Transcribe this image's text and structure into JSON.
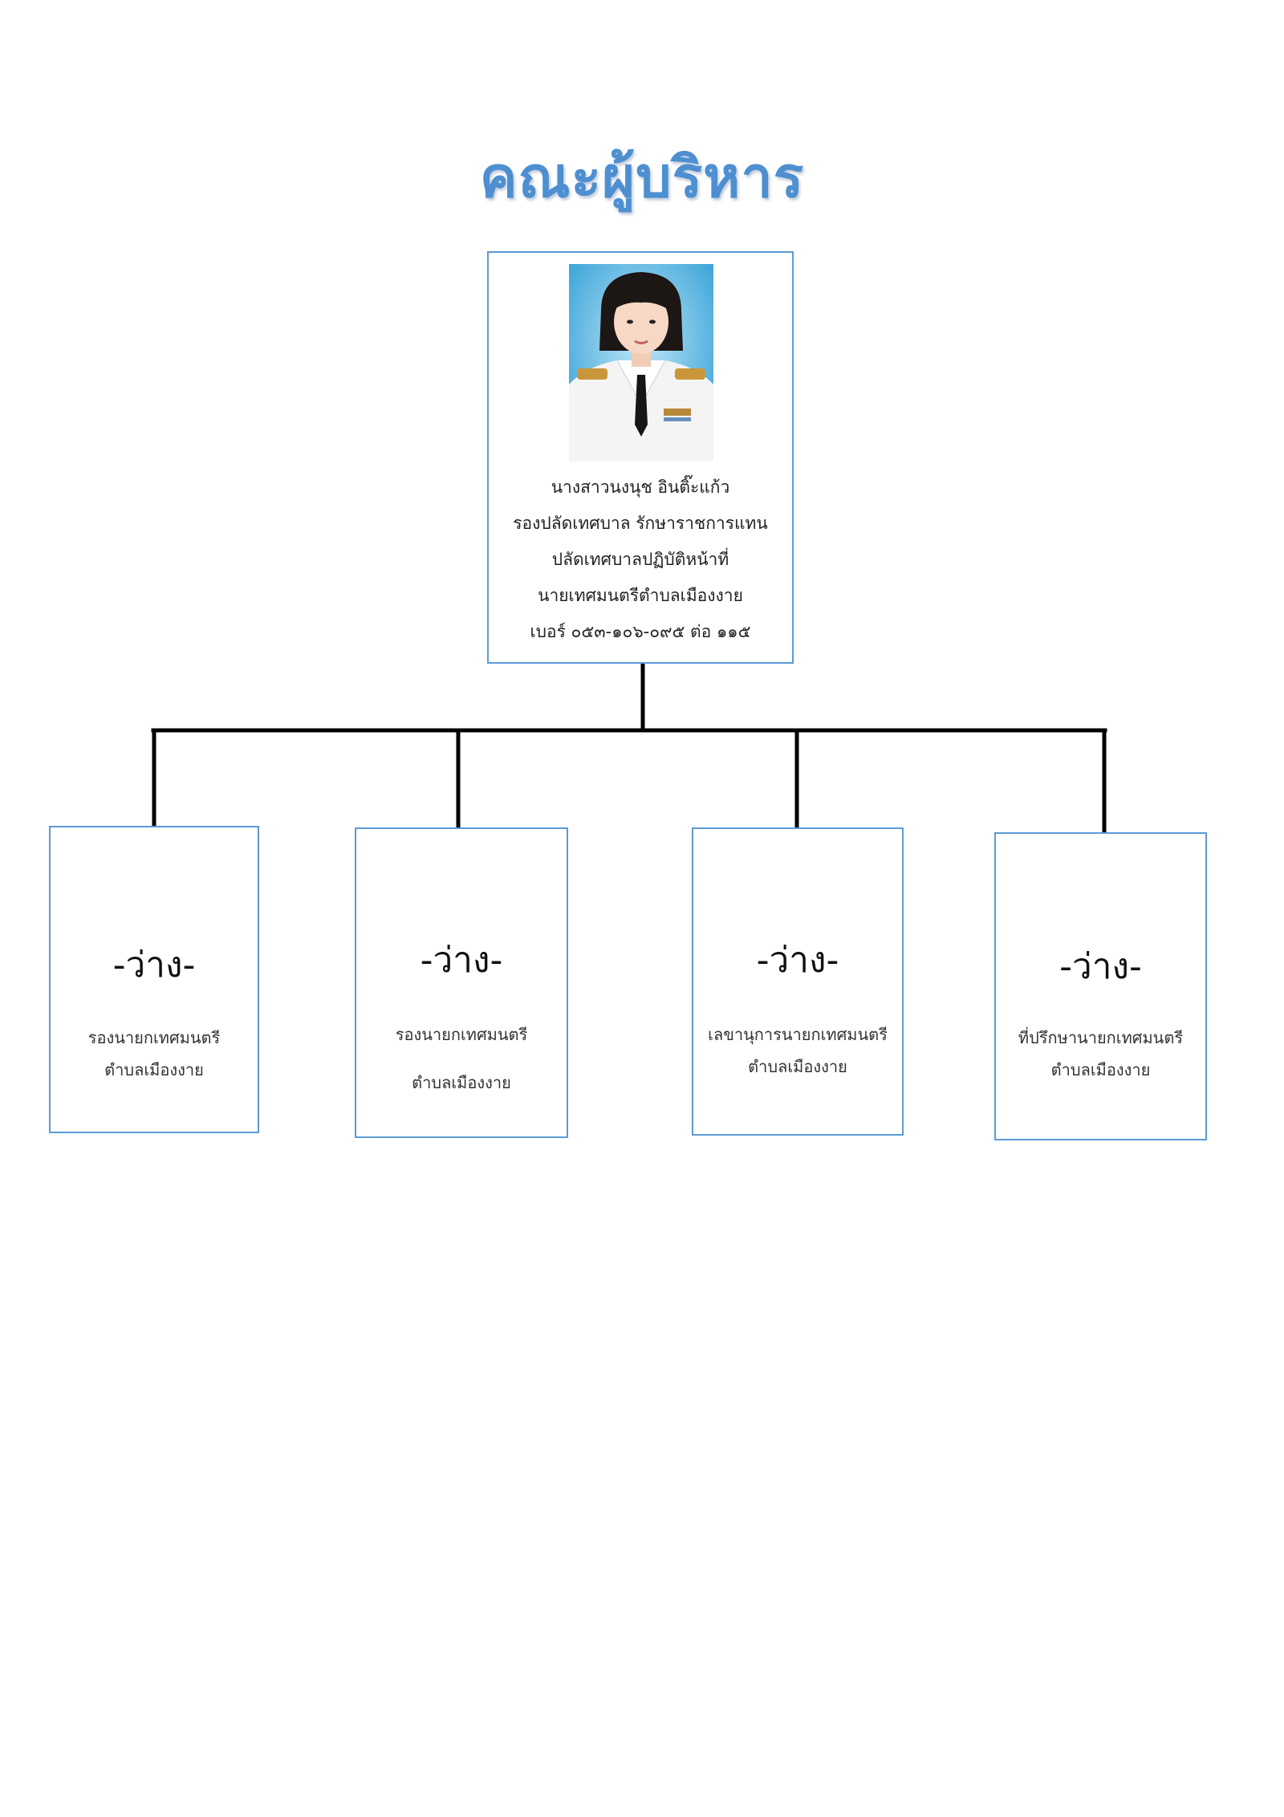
{
  "title": "คณะผู้บริหาร",
  "head": {
    "lines": [
      "นางสาวนงนุช อินติ๊ะแก้ว",
      "รองปลัดเทศบาล รักษาราชการแทน",
      "ปลัดเทศบาลปฏิบัติหน้าที่",
      "นายเทศมนตรีตำบลเมืองงาย",
      "เบอร์ ๐๕๓-๑๐๖-๐๙๕ ต่อ ๑๑๕"
    ]
  },
  "positions": [
    {
      "vacant": "-ว่าง-",
      "line1": "รองนายกเทศมนตรี",
      "line2": "ตำบลเมืองงาย"
    },
    {
      "vacant": "-ว่าง-",
      "line1": "รองนายกเทศมนตรี",
      "line2": "ตำบลเมืองงาย"
    },
    {
      "vacant": "-ว่าง-",
      "line1": "เลขานุการนายกเทศมนตรี",
      "line2": "ตำบลเมืองงาย"
    },
    {
      "vacant": "-ว่าง-",
      "line1": "ที่ปรึกษานายกเทศมนตรี",
      "line2": "ตำบลเมืองงาย"
    }
  ],
  "colors": {
    "box_border": "#5b9bd5",
    "title": "#4d8fd1",
    "connector": "#000000"
  }
}
